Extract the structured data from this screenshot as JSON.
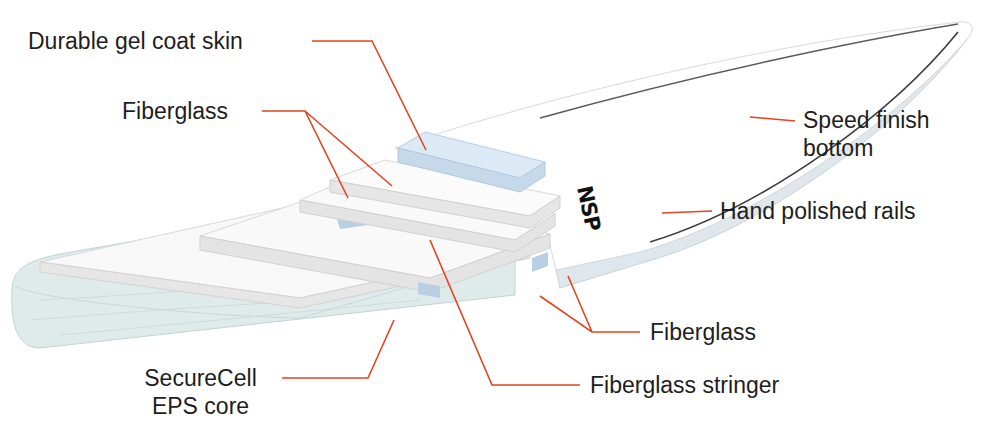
{
  "diagram": {
    "labels": [
      "Durable gel coat skin",
      "Fiberglass",
      "Speed finish bottom",
      "Hand polished rails",
      "NSP",
      "Fiberglass",
      "SecureCell EPS core",
      "Fiberglass stringer"
    ]
  }
}
